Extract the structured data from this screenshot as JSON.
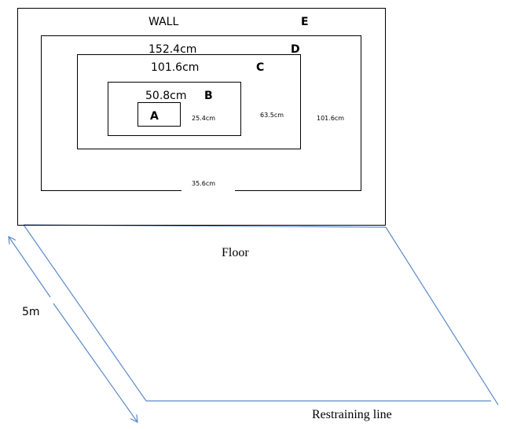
{
  "wall": {
    "title": "WALL",
    "zone_e": "E"
  },
  "zone_d": {
    "letter": "D",
    "size": "152.4cm",
    "gap_label": "35.6cm"
  },
  "zone_c": {
    "letter": "C",
    "size": "101.6cm",
    "side_label": "101.6cm"
  },
  "zone_b": {
    "letter": "B",
    "size": "50.8cm",
    "side_label": "63.5cm"
  },
  "zone_a": {
    "letter": "A",
    "side_label": "25.4cm"
  },
  "floor": {
    "label": "Floor",
    "distance": "5m",
    "restraining_line": "Restraining line"
  },
  "colors": {
    "outline": "#000000",
    "floor_line": "#5b8ac9"
  }
}
